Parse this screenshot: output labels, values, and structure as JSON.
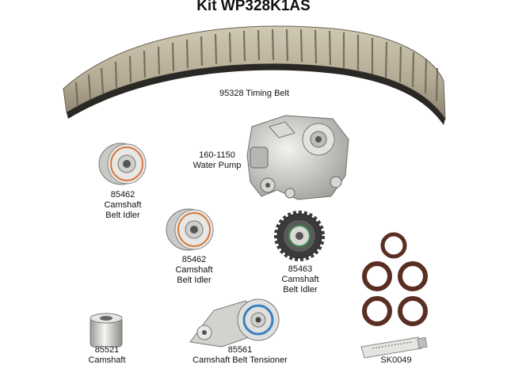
{
  "title": "Kit WP328K1AS",
  "parts": {
    "timing_belt": {
      "number": "95328",
      "name": "Timing Belt"
    },
    "water_pump": {
      "number": "160-1150",
      "name": "Water Pump"
    },
    "idler_1": {
      "number": "85462",
      "line1": "Camshaft",
      "line2": "Belt Idler"
    },
    "idler_2": {
      "number": "85462",
      "line1": "Camshaft",
      "line2": "Belt Idler"
    },
    "idler_3": {
      "number": "85463",
      "line1": "Camshaft",
      "line2": "Belt Idler"
    },
    "idler_4": {
      "number": "85521",
      "line1": "Camshaft"
    },
    "tensioner": {
      "number": "85561",
      "line1": "Camshaft Belt Tensioner"
    },
    "sealant": {
      "number": "SK0049"
    }
  },
  "colors": {
    "belt": "#b3aa94",
    "belt_dark": "#2a2824",
    "metal": "#c9c9c6",
    "seal": "#5a2e22",
    "accent_orange": "#d9763a",
    "accent_blue": "#3a7fc0"
  }
}
